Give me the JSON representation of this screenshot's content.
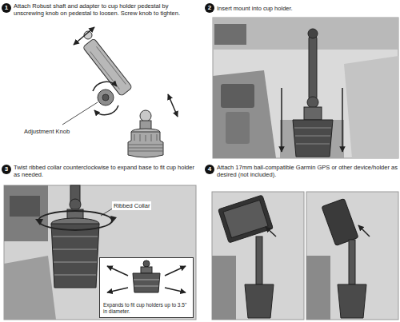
{
  "diagram": {
    "nodes": [
      {
        "text": [
          "Expands to fit cup holders up to 3.5\" in diameter."
        ]
      }
    ],
    "labels": [
      "1",
      "Attach Robust shaft and adapter to cup holder pedestal by unscrewing knob on pedestal to loosen. Screw knob to tighten.",
      "Adjustment Knob",
      "2",
      "Insert mount into cup holder.",
      "3",
      "Twist ribbed collar counterclockwise to expand base to fit cup holder as needed.",
      "Ribbed Collar",
      "4",
      "Attach 17mm ball-compatible Garmin GPS or other device/holder as desired (not included)."
    ]
  }
}
